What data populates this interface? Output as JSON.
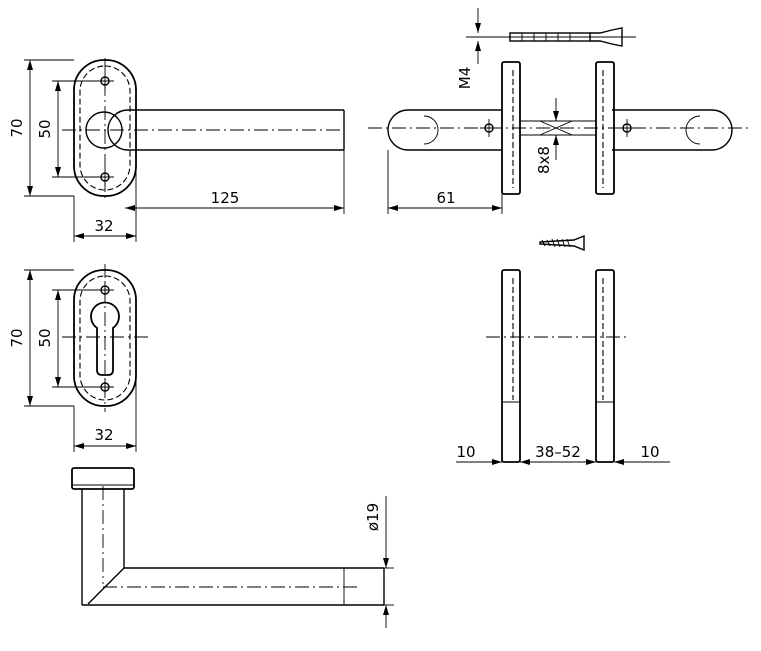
{
  "dimensions": {
    "handle_top": {
      "height_outer": "70",
      "height_holes": "50",
      "width_rose": "32",
      "length_lever": "125"
    },
    "keyhole_rose": {
      "height_outer": "70",
      "height_holes": "50",
      "width_rose": "32"
    },
    "assembly": {
      "screw_thread": "M4",
      "spindle_square": "8x8",
      "lever_offset": "61",
      "rose_thickness_left": "10",
      "door_thickness_range": "38–52",
      "rose_thickness_right": "10"
    },
    "lever_profile": {
      "tube_diameter": "ø19"
    }
  }
}
